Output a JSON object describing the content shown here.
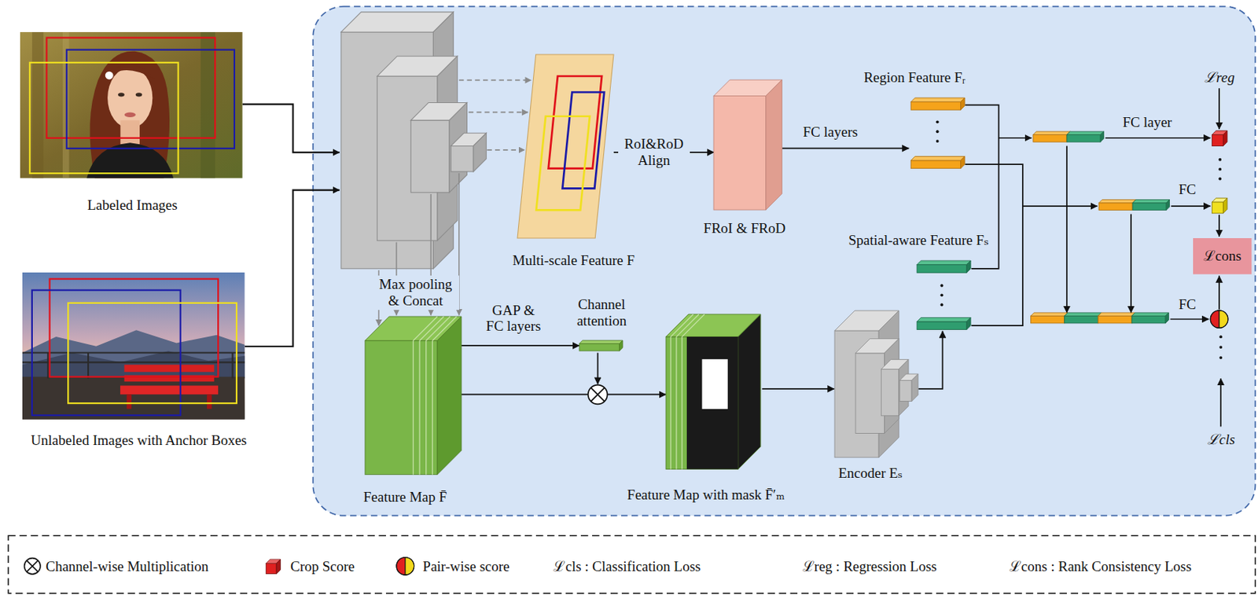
{
  "diagram": {
    "nodes": [
      {
        "text": [
          "Labeled Images"
        ]
      },
      {
        "text": [
          "Unlabeled Images with Anchor Boxes"
        ]
      },
      {
        "text": [
          "Multi-scale Feature F"
        ]
      },
      {
        "text": [
          "FRoI & FRoD"
        ]
      },
      {
        "text": [
          "Region Feature Fᵣ"
        ]
      },
      {
        "text": [
          "Spatial-aware Feature Fₛ"
        ]
      },
      {
        "text": [
          "Feature Map F̄"
        ]
      },
      {
        "text": [
          "Channel attention"
        ]
      },
      {
        "text": [
          "Feature Map with mask F̄′ₘ"
        ]
      },
      {
        "text": [
          "Encoder Eₛ"
        ]
      },
      {
        "text": [
          "ℒcons"
        ]
      }
    ],
    "edges": [
      {
        "from": 2,
        "to": 3,
        "arrow": "to",
        "label": "RoI&RoD Align"
      },
      {
        "from": 3,
        "to": 4,
        "arrow": "to",
        "label": "FC layers"
      },
      {
        "from": 6,
        "to": 7,
        "arrow": "to",
        "label": "GAP & FC layers"
      },
      {
        "from": 6,
        "to": 8,
        "arrow": "to"
      },
      {
        "from": 8,
        "to": 9,
        "arrow": "to"
      },
      {
        "from": 9,
        "to": 5,
        "arrow": "to"
      }
    ],
    "labels": [
      "Max pooling & Concat",
      "FC layer",
      "FC",
      "FC",
      "ℒreg",
      "ℒcls"
    ],
    "legend": [
      {
        "text": "Channel-wise Multiplication"
      },
      {
        "text": "Crop Score",
        "color": "#e02020"
      },
      {
        "text": "Pair-wise score"
      },
      {
        "text": "ℒcls : Classification Loss"
      },
      {
        "text": "ℒreg : Regression Loss"
      },
      {
        "text": "ℒcons : Rank Consistency Loss"
      }
    ]
  }
}
